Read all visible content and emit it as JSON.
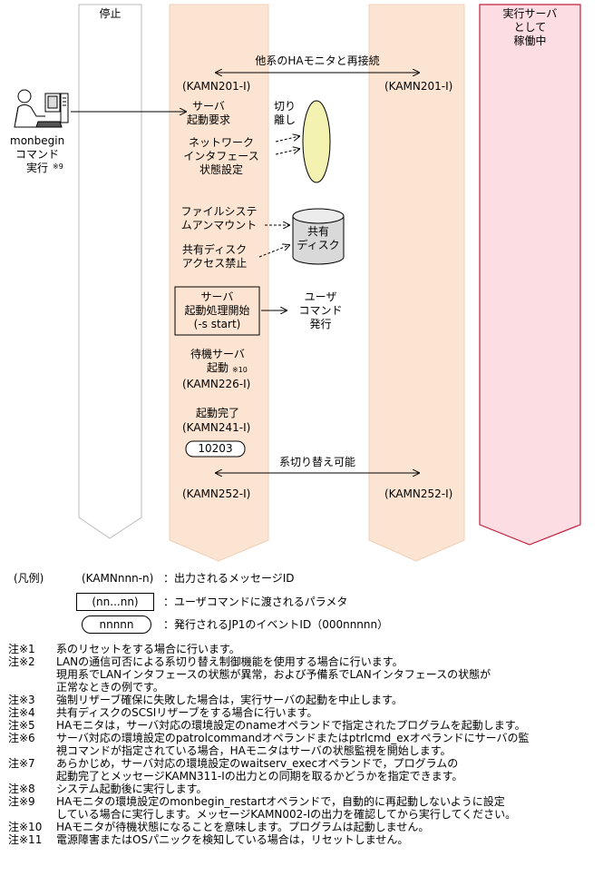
{
  "columns": {
    "stop": "停止",
    "active_label": "実行サーバ\nとして\n稼働中"
  },
  "flow": {
    "reconnect": "他系のHAモニタと再接続",
    "kamn201_left": "(KAMN201-I)",
    "kamn201_right": "(KAMN201-I)",
    "server_start_request": "サーバ\n起動要求",
    "separate": "切り\n離し",
    "network_interface": "ネットワーク\nインタフェース\n状態設定",
    "filesystem_unmount": "ファイルシステ\nムアンマウント",
    "shared_disk_label": "共有\nディスク",
    "shared_disk_access": "共有ディスク\nアクセス禁止",
    "server_start_process": "サーバ\n起動処理開始\n(-s start)",
    "user_command": "ユーザ\nコマンド\n発行",
    "standby_server_start": "待機サーバ\n起動",
    "standby_note": "※10",
    "kamn226": "(KAMN226-I)",
    "startup_complete": "起動完了",
    "kamn241": "(KAMN241-I)",
    "event_id": "10203",
    "switchover_possible": "系切り替え可能",
    "kamn252_left": "(KAMN252-I)",
    "kamn252_right": "(KAMN252-I)",
    "monbegin_label": "monbegin\nコマンド\n実行",
    "monbegin_note": "※9"
  },
  "legend": {
    "title": "(凡例)",
    "msg_sample": "(KAMNnnn-n)",
    "msg_desc": "：出力されるメッセージID",
    "param_sample": "(nn...nn)",
    "param_desc": "：ユーザコマンドに渡されるパラメタ",
    "event_sample": "nnnnn",
    "event_desc": "：発行されるJP1のイベントID（000nnnnn）"
  },
  "notes": [
    {
      "label": "注※1",
      "lines": [
        "系のリセットをする場合に行います。"
      ]
    },
    {
      "label": "注※2",
      "lines": [
        "LANの通信可否による系切り替え制御機能を使用する場合に行います。",
        "現用系でLANインタフェースの状態が異常，および予備系でLANインタフェースの状態が",
        "正常なときの例です。"
      ]
    },
    {
      "label": "注※3",
      "lines": [
        "強制リザーブ確保に失敗した場合は，実行サーバの起動を中止します。"
      ]
    },
    {
      "label": "注※4",
      "lines": [
        "共有ディスクのSCSIリザーブをする場合に行います。"
      ]
    },
    {
      "label": "注※5",
      "lines": [
        "HAモニタは，サーバ対応の環境設定のnameオペランドで指定されたプログラムを起動します。"
      ]
    },
    {
      "label": "注※6",
      "lines": [
        "サーバ対応の環境設定のpatrolcommandオペランドまたはptrlcmd_exオペランドにサーバの監",
        "視コマンドが指定されている場合，HAモニタはサーバの状態監視を開始します。"
      ]
    },
    {
      "label": "注※7",
      "lines": [
        "あらかじめ，サーバ対応の環境設定のwaitserv_execオペランドで，プログラムの",
        "起動完了とメッセージKAMN311-Iの出力との同期を取るかどうかを指定できます。"
      ]
    },
    {
      "label": "注※8",
      "lines": [
        "システム起動後に実行します。"
      ]
    },
    {
      "label": "注※9",
      "lines": [
        "HAモニタの環境設定のmonbegin_restartオペランドで，自動的に再起動しないように設定",
        "している場合に実行します。メッセージKAMN002-Iの出力を確認してから実行してください。"
      ]
    },
    {
      "label": "注※10",
      "lines": [
        "HAモニタが待機状態になることを意味します。プログラムは起動しません。"
      ]
    },
    {
      "label": "注※11",
      "lines": [
        "電源障害またはOSパニックを検知している場合は，リセットしません。"
      ]
    }
  ],
  "colors": {
    "peach": "#fbe5d2",
    "pink": "#fbdde3",
    "ellipse": "#f4f2b0",
    "disk": "#d9d9d9"
  }
}
